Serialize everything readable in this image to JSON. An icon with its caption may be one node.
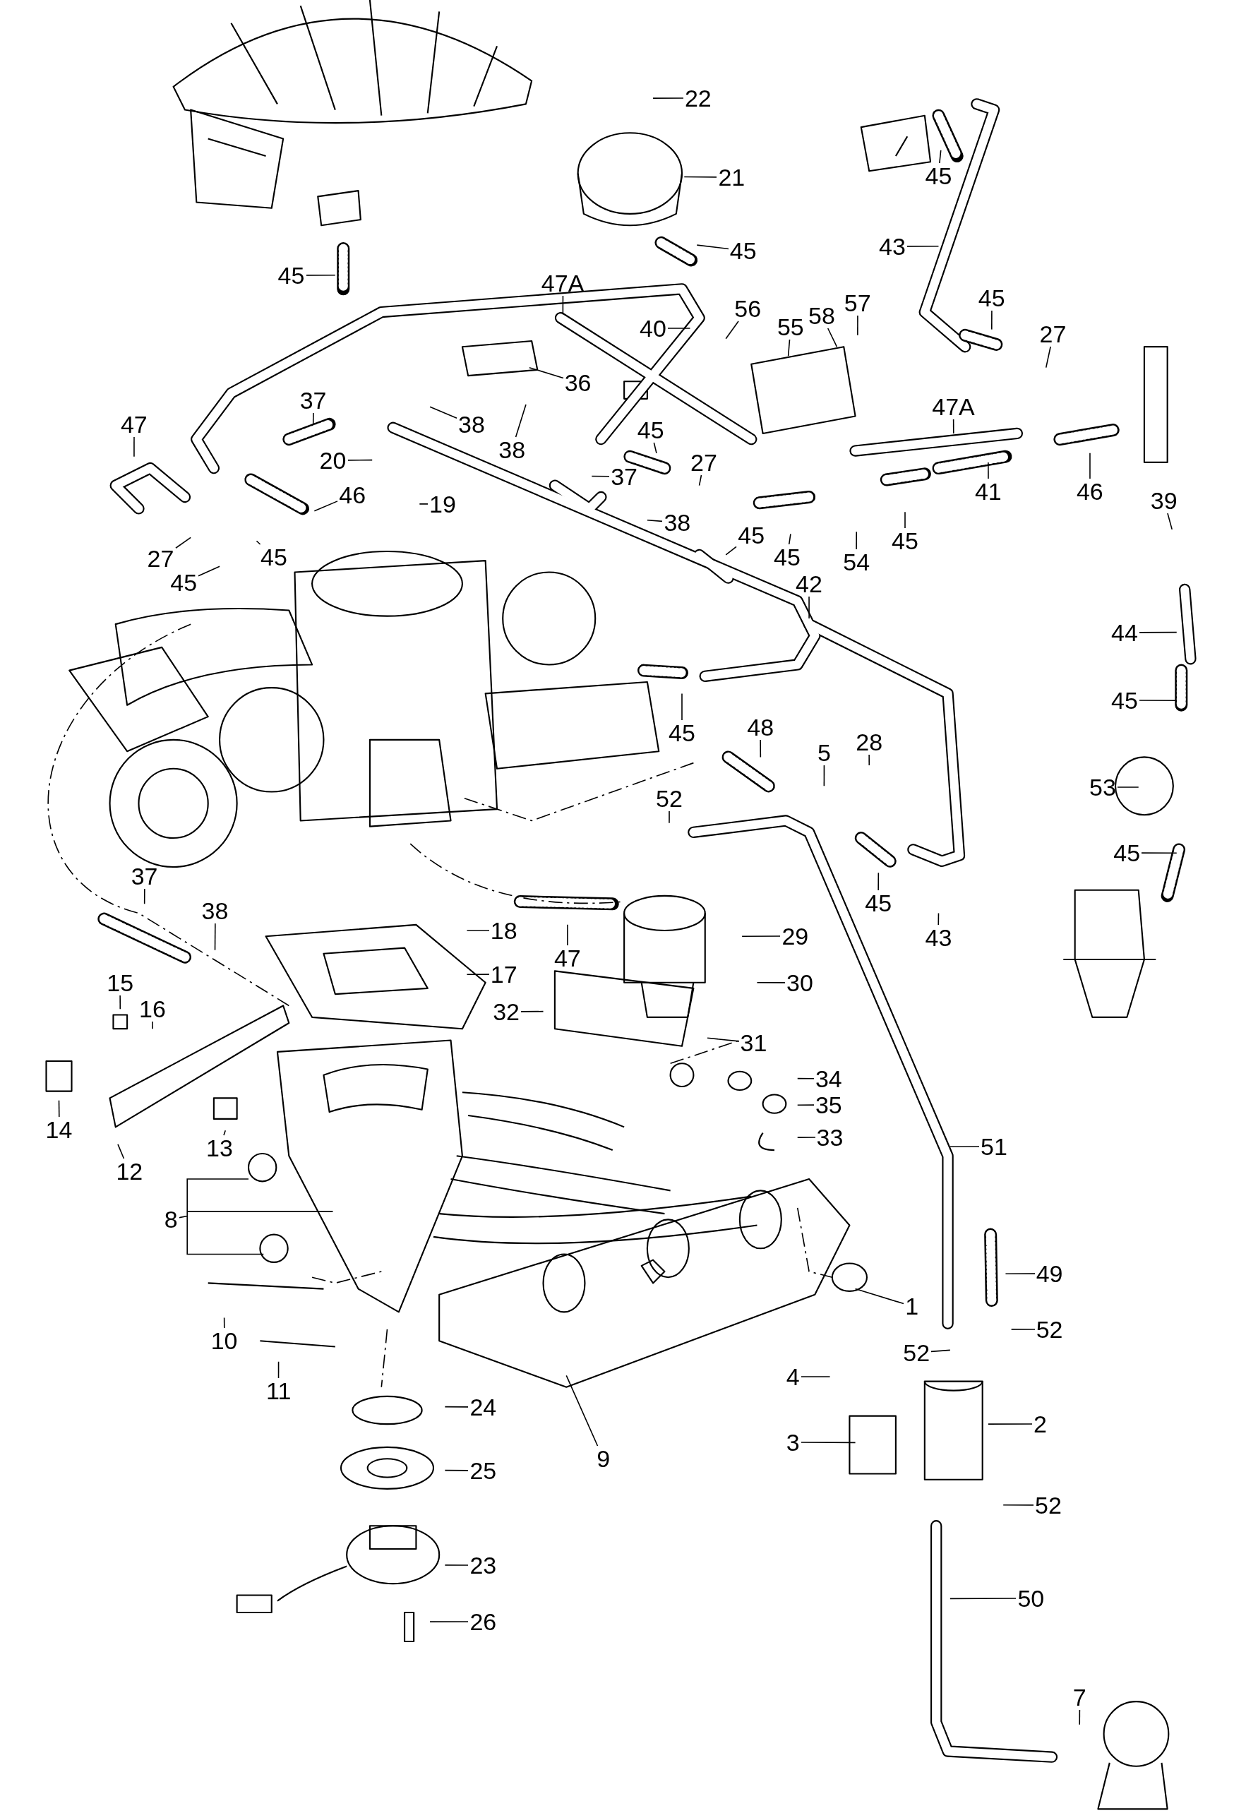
{
  "diagram": {
    "nodes": [
      {
        "text": [
          "22"
        ]
      },
      {
        "text": [
          "21"
        ]
      },
      {
        "text": [
          "45"
        ]
      },
      {
        "text": [
          "43"
        ]
      },
      {
        "text": [
          "45"
        ]
      },
      {
        "text": [
          "45"
        ]
      },
      {
        "text": [
          "47A"
        ]
      },
      {
        "text": [
          "40"
        ]
      },
      {
        "text": [
          "56"
        ]
      },
      {
        "text": [
          "55"
        ]
      },
      {
        "text": [
          "58"
        ]
      },
      {
        "text": [
          "57"
        ]
      },
      {
        "text": [
          "45"
        ]
      },
      {
        "text": [
          "27"
        ]
      },
      {
        "text": [
          "36"
        ]
      },
      {
        "text": [
          "38"
        ]
      },
      {
        "text": [
          "38"
        ]
      },
      {
        "text": [
          "37"
        ]
      },
      {
        "text": [
          "47"
        ]
      },
      {
        "text": [
          "20"
        ]
      },
      {
        "text": [
          "46"
        ]
      },
      {
        "text": [
          "19"
        ]
      },
      {
        "text": [
          "45"
        ]
      },
      {
        "text": [
          "27"
        ]
      },
      {
        "text": [
          "37"
        ]
      },
      {
        "text": [
          "47A"
        ]
      },
      {
        "text": [
          "41"
        ]
      },
      {
        "text": [
          "46"
        ]
      },
      {
        "text": [
          "39"
        ]
      },
      {
        "text": [
          "27"
        ]
      },
      {
        "text": [
          "45"
        ]
      },
      {
        "text": [
          "45"
        ]
      },
      {
        "text": [
          "38"
        ]
      },
      {
        "text": [
          "45"
        ]
      },
      {
        "text": [
          "45"
        ]
      },
      {
        "text": [
          "54"
        ]
      },
      {
        "text": [
          "45"
        ]
      },
      {
        "text": [
          "42"
        ]
      },
      {
        "text": [
          "44"
        ]
      },
      {
        "text": [
          "45"
        ]
      },
      {
        "text": [
          "45"
        ]
      },
      {
        "text": [
          "48"
        ]
      },
      {
        "text": [
          "5"
        ]
      },
      {
        "text": [
          "28"
        ]
      },
      {
        "text": [
          "53"
        ]
      },
      {
        "text": [
          "52"
        ]
      },
      {
        "text": [
          "45"
        ]
      },
      {
        "text": [
          "45"
        ]
      },
      {
        "text": [
          "43"
        ]
      },
      {
        "text": [
          "37"
        ]
      },
      {
        "text": [
          "38"
        ]
      },
      {
        "text": [
          "47"
        ]
      },
      {
        "text": [
          "18"
        ]
      },
      {
        "text": [
          "29"
        ]
      },
      {
        "text": [
          "17"
        ]
      },
      {
        "text": [
          "30"
        ]
      },
      {
        "text": [
          "32"
        ]
      },
      {
        "text": [
          "15"
        ]
      },
      {
        "text": [
          "16"
        ]
      },
      {
        "text": [
          "31"
        ]
      },
      {
        "text": [
          "34"
        ]
      },
      {
        "text": [
          "35"
        ]
      },
      {
        "text": [
          "14"
        ]
      },
      {
        "text": [
          "12"
        ]
      },
      {
        "text": [
          "13"
        ]
      },
      {
        "text": [
          "33"
        ]
      },
      {
        "text": [
          "51"
        ]
      },
      {
        "text": [
          "8"
        ]
      },
      {
        "text": [
          "1"
        ]
      },
      {
        "text": [
          "49"
        ]
      },
      {
        "text": [
          "52"
        ]
      },
      {
        "text": [
          "10"
        ]
      },
      {
        "text": [
          "52"
        ]
      },
      {
        "text": [
          "4"
        ]
      },
      {
        "text": [
          "11"
        ]
      },
      {
        "text": [
          "24"
        ]
      },
      {
        "text": [
          "2"
        ]
      },
      {
        "text": [
          "3"
        ]
      },
      {
        "text": [
          "9"
        ]
      },
      {
        "text": [
          "25"
        ]
      },
      {
        "text": [
          "52"
        ]
      },
      {
        "text": [
          "23"
        ]
      },
      {
        "text": [
          "50"
        ]
      },
      {
        "text": [
          "26"
        ]
      },
      {
        "text": [
          "7"
        ]
      }
    ],
    "edges": [
      {
        "from": 0,
        "to": null,
        "arrow": "none"
      },
      {
        "from": 1,
        "to": null,
        "arrow": "none"
      },
      {
        "from": 2,
        "to": null,
        "arrow": "none"
      },
      {
        "from": 3,
        "to": null,
        "arrow": "none"
      },
      {
        "from": 4,
        "to": null,
        "arrow": "none"
      },
      {
        "from": 5,
        "to": null,
        "arrow": "none"
      },
      {
        "from": 6,
        "to": null,
        "arrow": "none"
      },
      {
        "from": 7,
        "to": null,
        "arrow": "none"
      },
      {
        "from": 8,
        "to": null,
        "arrow": "none"
      },
      {
        "from": 9,
        "to": null,
        "arrow": "none"
      },
      {
        "from": 10,
        "to": null,
        "arrow": "none"
      },
      {
        "from": 11,
        "to": null,
        "arrow": "none"
      },
      {
        "from": 12,
        "to": null,
        "arrow": "none"
      },
      {
        "from": 13,
        "to": null,
        "arrow": "none"
      },
      {
        "from": 14,
        "to": null,
        "arrow": "none"
      },
      {
        "from": 15,
        "to": null,
        "arrow": "none"
      },
      {
        "from": 16,
        "to": null,
        "arrow": "none"
      },
      {
        "from": 17,
        "to": null,
        "arrow": "none"
      },
      {
        "from": 18,
        "to": null,
        "arrow": "none"
      },
      {
        "from": 19,
        "to": null,
        "arrow": "none"
      },
      {
        "from": 20,
        "to": null,
        "arrow": "none"
      },
      {
        "from": 21,
        "to": null,
        "arrow": "none"
      },
      {
        "from": 22,
        "to": null,
        "arrow": "none"
      },
      {
        "from": 23,
        "to": null,
        "arrow": "none"
      },
      {
        "from": 24,
        "to": null,
        "arrow": "none"
      },
      {
        "from": 25,
        "to": null,
        "arrow": "none"
      },
      {
        "from": 26,
        "to": null,
        "arrow": "none"
      },
      {
        "from": 27,
        "to": null,
        "arrow": "none"
      },
      {
        "from": 28,
        "to": null,
        "arrow": "none"
      },
      {
        "from": 29,
        "to": null,
        "arrow": "none"
      },
      {
        "from": 30,
        "to": null,
        "arrow": "none"
      },
      {
        "from": 31,
        "to": null,
        "arrow": "none"
      },
      {
        "from": 32,
        "to": null,
        "arrow": "none"
      },
      {
        "from": 33,
        "to": null,
        "arrow": "none"
      },
      {
        "from": 34,
        "to": null,
        "arrow": "none"
      },
      {
        "from": 35,
        "to": null,
        "arrow": "none"
      },
      {
        "from": 36,
        "to": null,
        "arrow": "none"
      },
      {
        "from": 37,
        "to": null,
        "arrow": "none"
      },
      {
        "from": 38,
        "to": null,
        "arrow": "none"
      },
      {
        "from": 39,
        "to": null,
        "arrow": "none"
      },
      {
        "from": 40,
        "to": null,
        "arrow": "none"
      },
      {
        "from": 41,
        "to": null,
        "arrow": "none"
      },
      {
        "from": 42,
        "to": null,
        "arrow": "none"
      },
      {
        "from": 43,
        "to": null,
        "arrow": "none"
      },
      {
        "from": 44,
        "to": null,
        "arrow": "none"
      },
      {
        "from": 45,
        "to": null,
        "arrow": "none"
      },
      {
        "from": 46,
        "to": null,
        "arrow": "none"
      },
      {
        "from": 47,
        "to": null,
        "arrow": "none"
      },
      {
        "from": 48,
        "to": null,
        "arrow": "none"
      },
      {
        "from": 49,
        "to": null,
        "arrow": "none"
      },
      {
        "from": 50,
        "to": null,
        "arrow": "none"
      },
      {
        "from": 51,
        "to": null,
        "arrow": "none"
      },
      {
        "from": 52,
        "to": null,
        "arrow": "none"
      },
      {
        "from": 53,
        "to": null,
        "arrow": "none"
      },
      {
        "from": 54,
        "to": null,
        "arrow": "none"
      },
      {
        "from": 55,
        "to": null,
        "arrow": "none"
      },
      {
        "from": 56,
        "to": null,
        "arrow": "none"
      },
      {
        "from": 57,
        "to": null,
        "arrow": "none"
      },
      {
        "from": 58,
        "to": null,
        "arrow": "none"
      },
      {
        "from": 59,
        "to": null,
        "arrow": "none"
      },
      {
        "from": 60,
        "to": null,
        "arrow": "none"
      },
      {
        "from": 61,
        "to": null,
        "arrow": "none"
      },
      {
        "from": 62,
        "to": null,
        "arrow": "none"
      },
      {
        "from": 63,
        "to": null,
        "arrow": "none"
      },
      {
        "from": 64,
        "to": null,
        "arrow": "none"
      },
      {
        "from": 65,
        "to": null,
        "arrow": "none"
      },
      {
        "from": 66,
        "to": null,
        "arrow": "none"
      },
      {
        "from": 67,
        "to": null,
        "arrow": "none"
      },
      {
        "from": 68,
        "to": null,
        "arrow": "none"
      },
      {
        "from": 69,
        "to": null,
        "arrow": "none"
      },
      {
        "from": 70,
        "to": null,
        "arrow": "none"
      },
      {
        "from": 71,
        "to": null,
        "arrow": "none"
      },
      {
        "from": 72,
        "to": null,
        "arrow": "none"
      },
      {
        "from": 73,
        "to": null,
        "arrow": "none"
      },
      {
        "from": 74,
        "to": null,
        "arrow": "none"
      },
      {
        "from": 75,
        "to": null,
        "arrow": "none"
      },
      {
        "from": 76,
        "to": null,
        "arrow": "none"
      },
      {
        "from": 77,
        "to": null,
        "arrow": "none"
      },
      {
        "from": 78,
        "to": null,
        "arrow": "none"
      },
      {
        "from": 79,
        "to": null,
        "arrow": "none"
      },
      {
        "from": 80,
        "to": null,
        "arrow": "none"
      },
      {
        "from": 81,
        "to": null,
        "arrow": "none"
      },
      {
        "from": 82,
        "to": null,
        "arrow": "none"
      },
      {
        "from": 83,
        "to": null,
        "arrow": "none"
      },
      {
        "from": 84,
        "to": null,
        "arrow": "none"
      }
    ]
  }
}
